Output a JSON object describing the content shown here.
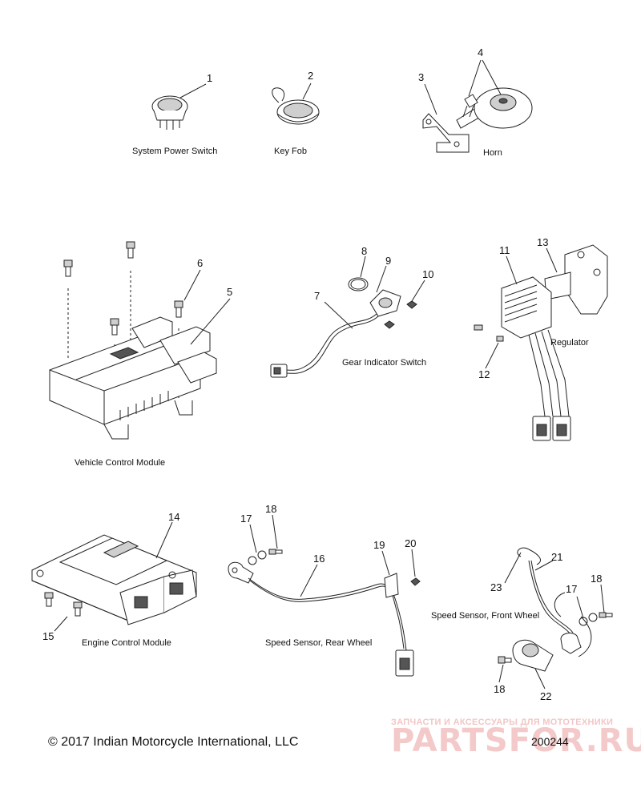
{
  "callouts": [
    "1",
    "2",
    "3",
    "4",
    "5",
    "6",
    "7",
    "8",
    "9",
    "10",
    "11",
    "12",
    "13",
    "14",
    "15",
    "16",
    "17",
    "18",
    "19",
    "20",
    "21",
    "22",
    "23",
    "17",
    "18",
    "18"
  ],
  "captions": {
    "system_power_switch": "System Power Switch",
    "key_fob": "Key Fob",
    "horn": "Horn",
    "vehicle_control_module": "Vehicle Control Module",
    "gear_indicator_switch": "Gear Indicator Switch",
    "regulator": "Regulator",
    "engine_control_module": "Engine Control Module",
    "speed_sensor_rear": "Speed Sensor, Rear Wheel",
    "speed_sensor_front": "Speed Sensor, Front Wheel"
  },
  "copyright": "© 2017 Indian Motorcycle International, LLC",
  "part_number": "200244",
  "watermark": {
    "tagline": "ЗАПЧАСТИ И АКСЕССУАРЫ ДЛЯ МОТОТЕХНИКИ",
    "brand": "PARTSFOR.RU"
  }
}
